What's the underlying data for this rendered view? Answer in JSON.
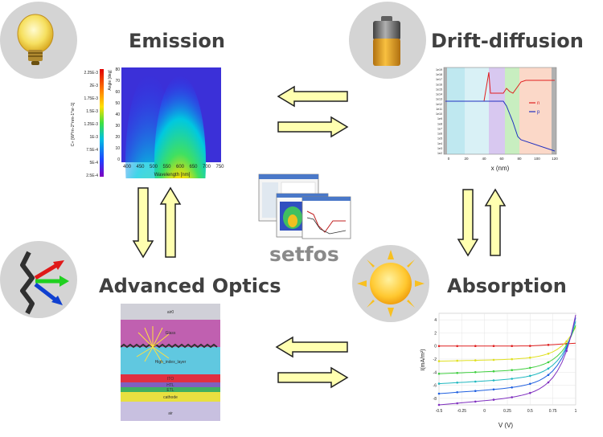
{
  "titles": {
    "emission": "Emission",
    "drift_diffusion": "Drift-diffusion",
    "advanced_optics": "Advanced Optics",
    "absorption": "Absorption",
    "center": "setfos"
  },
  "emission_plot": {
    "ylabel": "Angle [deg]",
    "xlabel": "Wavelength [nm]",
    "colorbar_label": "C+ [W*m-2*nm-1*sr-1]",
    "colorbar_ticks": [
      "2.25E-3",
      "2E-3",
      "1.75E-3",
      "1.5E-3",
      "1.25E-3",
      "1E-3",
      "7.5E-4",
      "5E-4",
      "2.5E-4"
    ],
    "x_ticks": [
      "400",
      "450",
      "500",
      "550",
      "600",
      "650",
      "700",
      "750"
    ],
    "y_ticks": [
      "80",
      "70",
      "60",
      "50",
      "40",
      "30",
      "20",
      "10",
      "0"
    ]
  },
  "drift_plot": {
    "xlabel": "x (nm)",
    "y_ticks": [
      "1e19",
      "1e18",
      "1e17",
      "1e16",
      "1e15",
      "1e14",
      "1e13",
      "1e12",
      "1e11",
      "1e10",
      "1e9",
      "1e8",
      "1e7",
      "1e6",
      "1e5",
      "1e4",
      "1e3",
      "1e2"
    ],
    "x_ticks": [
      "0",
      "20",
      "40",
      "60",
      "80",
      "100",
      "120"
    ],
    "legend": [
      {
        "label": "n",
        "color": "#e02020"
      },
      {
        "label": "p",
        "color": "#2030c0"
      }
    ]
  },
  "optics_stack": {
    "layers": [
      {
        "label": "air0",
        "color": "#d0d0d8"
      },
      {
        "label": "Glass",
        "color": "#c060b0"
      },
      {
        "label": "High_index_layer",
        "color": "#60c8e0"
      },
      {
        "label": "ITO",
        "color": "#e03040"
      },
      {
        "label": "HTL",
        "color": "#8060c0"
      },
      {
        "label": "ETL",
        "color": "#40b060"
      },
      {
        "label": "cathode",
        "color": "#e8e040"
      },
      {
        "label": "air",
        "color": "#c8c0e0"
      }
    ]
  },
  "absorption_plot": {
    "ylabel": "I(mA/m²)",
    "xlabel": "V (V)",
    "x_ticks": [
      "-0.5",
      "-0.25",
      "0",
      "0.25",
      "0.5",
      "0.75",
      "1"
    ],
    "y_ticks": [
      "4",
      "2",
      "0",
      "-2",
      "-4",
      "-6",
      "-8"
    ]
  },
  "colors": {
    "arrow_fill": "#ffffb0",
    "arrow_stroke": "#202020",
    "circle": "#d4d4d4",
    "title_text": "#404040"
  },
  "icons": {
    "emission": "light-bulb-icon",
    "drift_diffusion": "battery-icon",
    "advanced_optics": "light-rays-icon",
    "absorption": "sun-icon"
  }
}
